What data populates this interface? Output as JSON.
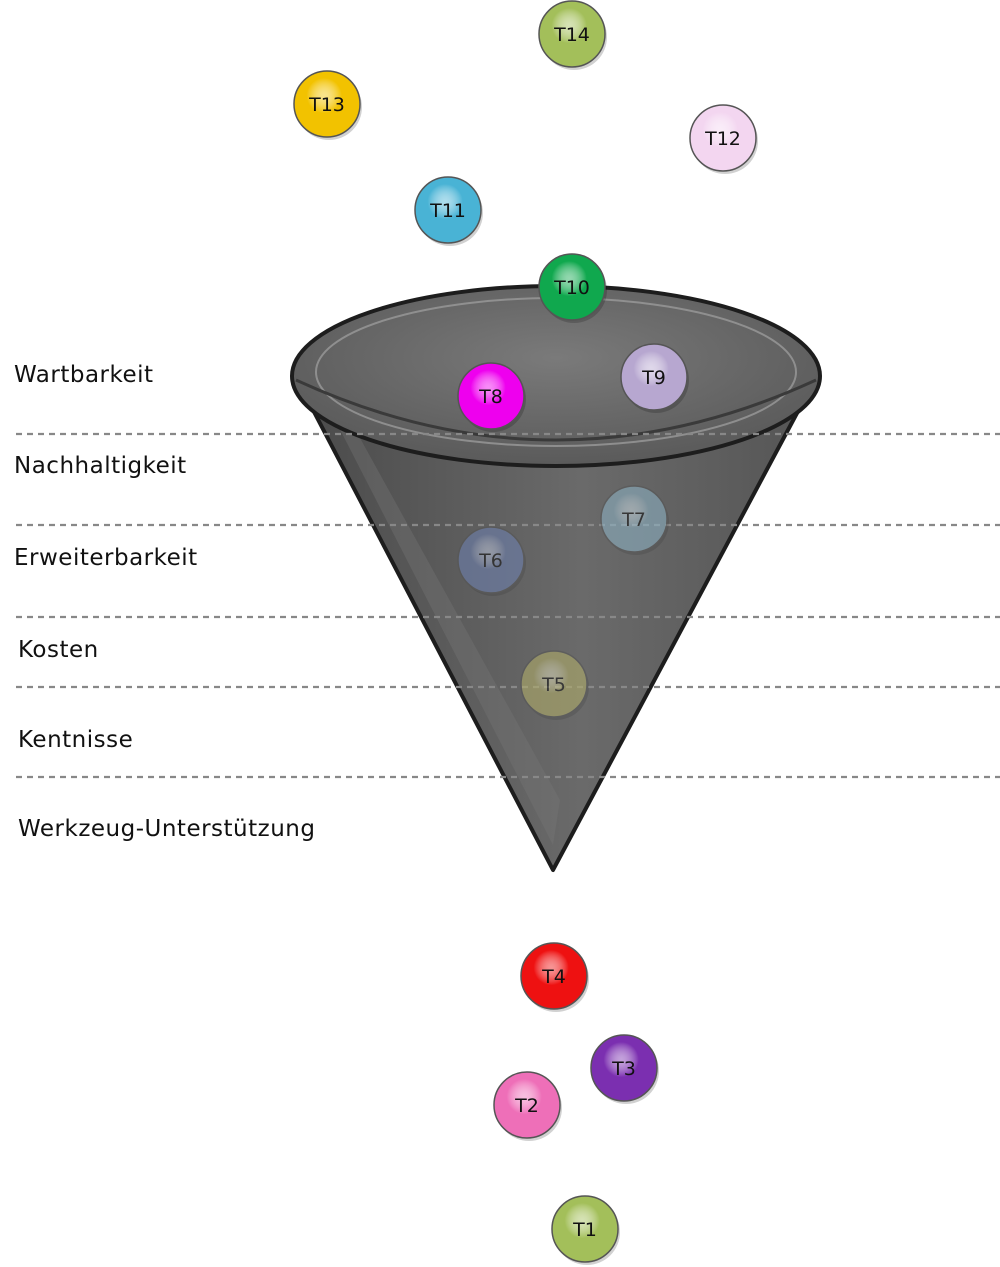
{
  "criteria": [
    {
      "label": "Wartbarkeit"
    },
    {
      "label": "Nachhaltigkeit"
    },
    {
      "label": "Erweiterbarkeit"
    },
    {
      "label": "Kosten"
    },
    {
      "label": "Kentnisse"
    },
    {
      "label": "Werkzeug-Unterstützung"
    }
  ],
  "funnel": {
    "color": "#5f5f5f",
    "rim_color": "#6f6f6f",
    "outline_color": "#222222"
  },
  "balls": [
    {
      "label": "T14",
      "color": "#a3bf5a",
      "zone": "above-funnel"
    },
    {
      "label": "T13",
      "color": "#f2c200",
      "zone": "above-funnel"
    },
    {
      "label": "T12",
      "color": "#f3d6f0",
      "zone": "above-funnel"
    },
    {
      "label": "T11",
      "color": "#49b3d5",
      "zone": "above-funnel"
    },
    {
      "label": "T10",
      "color": "#10a84e",
      "zone": "funnel-rim"
    },
    {
      "label": "T9",
      "color": "#b7a7d0",
      "zone": "inside-funnel"
    },
    {
      "label": "T8",
      "color": "#ee00ee",
      "zone": "inside-funnel"
    },
    {
      "label": "T7",
      "color": "#8fb6c9",
      "zone": "inside-funnel",
      "dimmed": true
    },
    {
      "label": "T6",
      "color": "#6f83b5",
      "zone": "inside-funnel",
      "dimmed": true
    },
    {
      "label": "T5",
      "color": "#b7b36a",
      "zone": "inside-funnel",
      "dimmed": true
    },
    {
      "label": "T4",
      "color": "#ee1111",
      "zone": "below-funnel"
    },
    {
      "label": "T3",
      "color": "#7b2fb0",
      "zone": "below-funnel"
    },
    {
      "label": "T2",
      "color": "#ee6fb8",
      "zone": "below-funnel"
    },
    {
      "label": "T1",
      "color": "#a3bf5a",
      "zone": "below-funnel"
    }
  ]
}
